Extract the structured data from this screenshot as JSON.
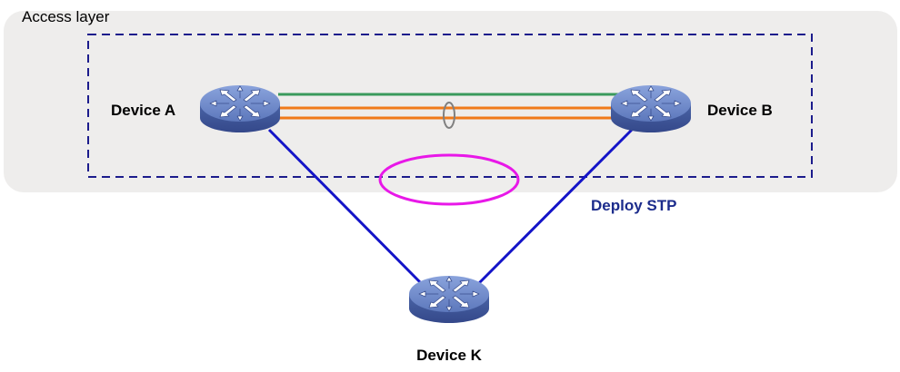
{
  "access_layer": {
    "label": "Access layer"
  },
  "devices": {
    "a": {
      "label": "Device A",
      "icon": "switch-icon"
    },
    "b": {
      "label": "Device B",
      "icon": "switch-icon"
    },
    "k": {
      "label": "Device K",
      "icon": "switch-icon"
    }
  },
  "stp": {
    "label": "Deploy STP"
  },
  "colors": {
    "region_fill": "#eeedec",
    "region_border": "#1c1c8c",
    "link_green": "#3a9a5c",
    "link_orange": "#f07a1a",
    "link_blue": "#1414c8",
    "loop_ellipse": "#e818e8",
    "aggregation_ellipse": "#808080",
    "stp_text": "#1c2c8c",
    "switch_body": "#5a76b8",
    "switch_top": "#7e98d2"
  }
}
